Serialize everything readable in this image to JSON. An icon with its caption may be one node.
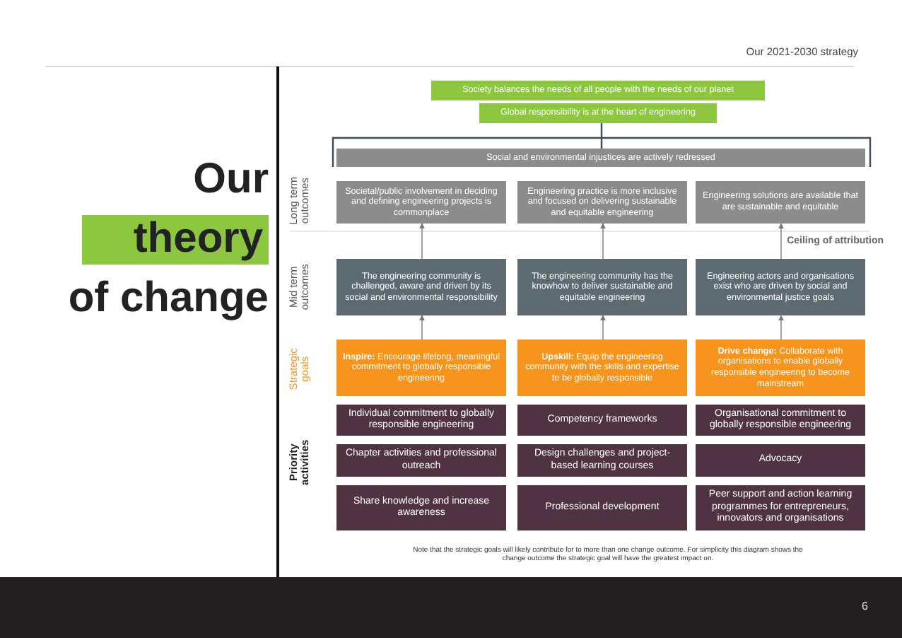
{
  "diagram": {
    "title": "Our theory of change",
    "nodes": [
      {
        "text": [
          "Society balances the needs of all people with the needs of our planet"
        ]
      },
      {
        "text": [
          "Global responsibility is at the heart of engineering"
        ]
      },
      {
        "text": [
          "Social and environmental injustices are actively redressed"
        ]
      },
      {
        "text": [
          "Societal/public involvement in deciding and defining engineering projects is commonplace"
        ]
      },
      {
        "text": [
          "Engineering practice is more inclusive and focused on delivering sustainable and equitable engineering"
        ]
      },
      {
        "text": [
          "Engineering solutions are available that are sustainable and equitable"
        ]
      },
      {
        "text": [
          "The engineering community is challenged, aware and driven by its social and environmental responsibility"
        ]
      },
      {
        "text": [
          "The engineering community has the knowhow to deliver sustainable and equitable engineering"
        ]
      },
      {
        "text": [
          "Engineering actors and organisations exist who are driven by social and environmental justice goals"
        ]
      },
      {
        "text": [
          "**Inspire:** Encourage lifelong, meaningful commitment to globally responsible engineering"
        ]
      },
      {
        "text": [
          "**Upskill:** Equip the engineering community with the skills and expertise to be globally responsible"
        ]
      },
      {
        "text": [
          "**Drive change:** Collaborate with organisations to enable globally responsible engineering to become mainstream"
        ]
      },
      {
        "text": [
          "Individual commitment to globally responsible engineering"
        ]
      },
      {
        "text": [
          "Competency frameworks"
        ]
      },
      {
        "text": [
          "Organisational commitment to globally responsible engineering"
        ]
      },
      {
        "text": [
          "Chapter activities and professional outreach"
        ]
      },
      {
        "text": [
          "Design challenges and project-based learning courses"
        ]
      },
      {
        "text": [
          "Advocacy"
        ]
      },
      {
        "text": [
          "Share knowledge and increase awareness"
        ]
      },
      {
        "text": [
          "Professional development"
        ]
      },
      {
        "text": [
          "Peer support and action learning programmes for entrepreneurs, innovators and organisations"
        ]
      }
    ],
    "edges": [
      {
        "from": 1,
        "to": 2,
        "arrow": "none"
      },
      {
        "from": 6,
        "to": 3,
        "arrow": "to"
      },
      {
        "from": 7,
        "to": 4,
        "arrow": "to"
      },
      {
        "from": 8,
        "to": 5,
        "arrow": "to"
      },
      {
        "from": 9,
        "to": 6,
        "arrow": "to"
      },
      {
        "from": 10,
        "to": 7,
        "arrow": "to"
      },
      {
        "from": 11,
        "to": 8,
        "arrow": "to"
      }
    ],
    "labels": [
      "Our 2021-2030 strategy",
      "Long term outcomes",
      "Ceiling of attribution",
      "Mid term outcomes",
      "Strategic goals",
      "Priority activities",
      "Note that the strategic goals will likely contribute for to more than one change outcome. For simplicity this diagram shows the change outcome the strategic goal will have the greatest impact on.",
      "6"
    ]
  }
}
